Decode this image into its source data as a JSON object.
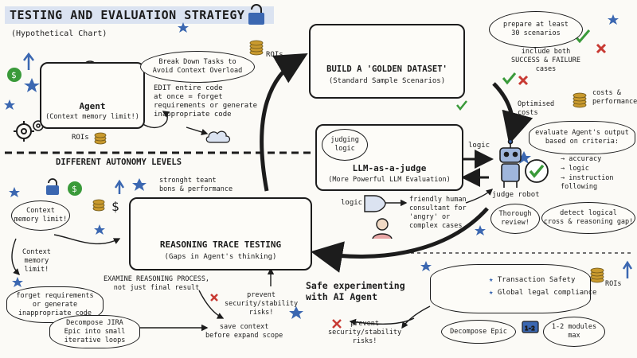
{
  "header": {
    "title": "TESTING AND EVALUATION STRATEGY",
    "subtitle": "(Hypothetical Chart)"
  },
  "colors": {
    "accent_blue": "#3b67b1",
    "check_green": "#3a9a3a",
    "cross_red": "#c83a33",
    "gold": "#c99a2e",
    "title_band": "#dbe3f1"
  },
  "agent": {
    "title": "Agent",
    "subtitle": "(Context memory limit!)",
    "rois_label": "ROIs"
  },
  "top_notes": {
    "break_down": "Break Down Tasks to\nAvoid Context Overload",
    "rois": "ROIs",
    "edit_code": "EDIT entire code\nat once = forget\nrequirements or generate\ninappropriate code"
  },
  "golden": {
    "title": "BUILD A 'GOLDEN DATASET'",
    "subtitle": "(Standard Sample Scenarios)"
  },
  "golden_notes": {
    "prepare": "prepare at least\n30 scenarios",
    "include": "include both\nSUCCESS & FAILURE\ncases"
  },
  "costs": {
    "optimised": "Optimised\ncosts",
    "perf": "costs &\nperformance"
  },
  "llm": {
    "title": "LLM-as-a-judge",
    "subtitle": "(More Powerful LLM Evaluation)",
    "cloud": "judging\nlogic",
    "logic_in": "logic",
    "logic_out": "logic"
  },
  "judge": {
    "label": "judge robot",
    "evaluate": "evaluate Agent's output\nbased on criteria:",
    "criteria": [
      "accuracy",
      "logic",
      "instruction\nfollowing"
    ],
    "thorough": "Thorough\nreview!",
    "detect": "detect logical\ncross & reasoning gap!"
  },
  "human": {
    "logic": "logic",
    "text": "friendly human\nconsultant for\n'angry' or\ncomplex cases"
  },
  "autonomy": {
    "label": "DIFFERENT AUTONOMY LEVELS"
  },
  "left_notes": {
    "ctx1": "Context\nmemory limit!",
    "ctx2": "Context\nmemory\nlimit!",
    "forget": "forget requirements\nor generate\ninappropriate code",
    "decompose": "Decompose JIRA\nEpic into small\niterative loops"
  },
  "reasoning": {
    "title": "REASONING TRACE TESTING",
    "subtitle": "(Gaps in Agent's thinking)",
    "above": "stronght teant\nbons & performance"
  },
  "reasoning_notes": {
    "examine": "EXAMINE REASONING PROCESS,\nnot just final result",
    "prevent": "prevent\nsecurity/stability\nrisks!",
    "save": "save context\nbefore expand scope"
  },
  "safe": {
    "title": "Safe experimenting\nwith AI Agent",
    "prevent": "prevent\nsecurity/stability\nrisks!",
    "items": [
      "Transaction Safety",
      "Global legal compliance"
    ],
    "decompose": "Decompose Epic",
    "modules": "1-2 modules\nmax",
    "rois": "ROIs"
  }
}
